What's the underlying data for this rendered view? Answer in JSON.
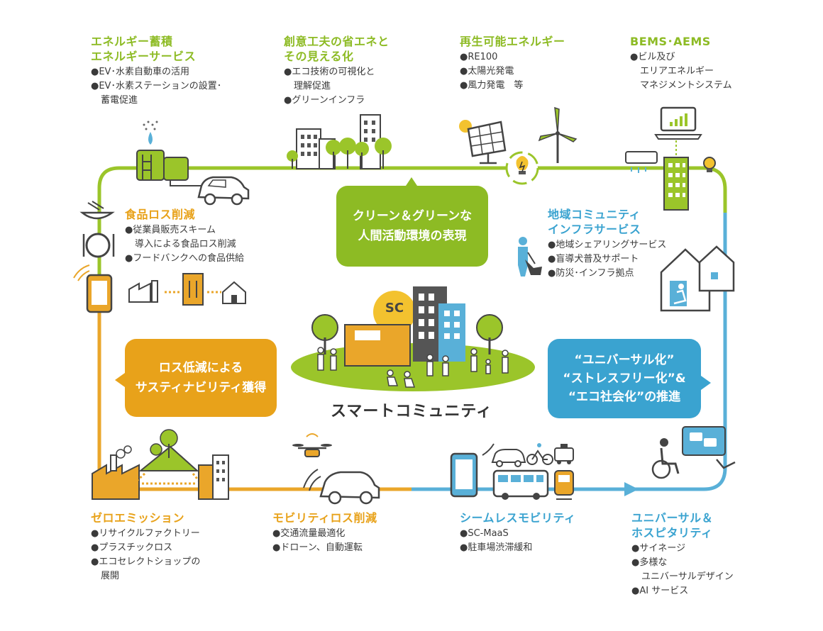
{
  "colors": {
    "green": "#8dbb24",
    "orange": "#e8a21a",
    "blue": "#3aa3d0",
    "gray": "#555555"
  },
  "sections": {
    "energy_storage": {
      "title": [
        "エネルギー蓄積",
        "エネルギーサービス"
      ],
      "items": [
        "●EV･水素自動車の活用",
        "●EV･水素ステーションの設置･",
        "蓄電促進"
      ]
    },
    "energy_saving": {
      "title": [
        "創意工夫の省エネと",
        "その見える化"
      ],
      "items": [
        "●エコ技術の可視化と",
        "理解促進",
        "●グリーンインフラ"
      ]
    },
    "renewable": {
      "title": [
        "再生可能エネルギー"
      ],
      "items": [
        "●RE100",
        "●太陽光発電",
        "●風力発電　等"
      ]
    },
    "bems": {
      "title": [
        "BEMS･AEMS"
      ],
      "items": [
        "●ビル及び",
        "エリアエネルギー",
        "マネジメントシステム"
      ]
    },
    "food_loss": {
      "title": [
        "食品ロス削減"
      ],
      "items": [
        "●従業員販売スキーム",
        "導入による食品ロス削減",
        "●フードバンクへの食品供給"
      ]
    },
    "community_infra": {
      "title": [
        "地域コミュニティ",
        "インフラサービス"
      ],
      "items": [
        "●地域シェアリングサービス",
        "●盲導犬普及サポート",
        "●防災･インフラ拠点"
      ]
    },
    "zero_emission": {
      "title": [
        "ゼロエミッション"
      ],
      "items": [
        "●リサイクルファクトリー",
        "●プラスチックロス",
        "●エコセレクトショップの",
        "展開"
      ]
    },
    "mobility_loss": {
      "title": [
        "モビリティロス削減"
      ],
      "items": [
        "●交通流量最適化",
        "●ドローン、自動運転"
      ]
    },
    "seamless": {
      "title": [
        "シームレスモビリティ"
      ],
      "items": [
        "●SC-MaaS",
        "●駐車場渋滞緩和"
      ]
    },
    "universal": {
      "title": [
        "ユニバーサル＆",
        "ホスピタリティ"
      ],
      "items": [
        "●サイネージ",
        "●多様な",
        "ユニバーサルデザイン",
        "●AI サービス"
      ]
    }
  },
  "bubbles": {
    "green": [
      "クリーン＆グリーンな",
      "人間活動環境の表現"
    ],
    "orange": [
      "ロス低減による",
      "サスティナビリティ獲得"
    ],
    "blue": [
      "“ユニバーサル化”",
      "“ストレスフリー化”&",
      "“エコ社会化”の推進"
    ]
  },
  "center": {
    "badge": "SC",
    "title": "スマートコミュニティ"
  },
  "icons": [
    "hydrogen-tank-icon",
    "car-icon",
    "city-buildings-icon",
    "trees-icon",
    "solar-panel-icon",
    "wind-turbine-icon",
    "lightbulb-icon",
    "laptop-chart-icon",
    "air-conditioner-icon",
    "building-icon",
    "bowl-icon",
    "fork-knife-icon",
    "smartphone-icon",
    "factory-icon",
    "house-icon",
    "person-guide-dog-icon",
    "house-exit-icon",
    "drone-icon",
    "bus-icon",
    "bicycle-icon",
    "taxi-icon",
    "train-icon",
    "wheelchair-icon",
    "signage-icon",
    "mountain-trees-icon"
  ]
}
